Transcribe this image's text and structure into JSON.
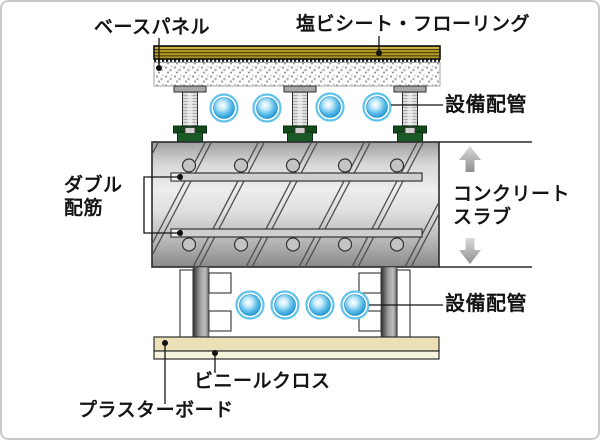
{
  "diagram": {
    "type": "floor-ceiling-structure-section",
    "labels": {
      "base_panel": "ベースパネル",
      "flooring": "塩ビシート・フローリング",
      "piping_top": "設備配管",
      "double_rebar": "ダブル\n配筋",
      "concrete_slab": "コンクリート\nスラブ",
      "piping_bottom": "設備配管",
      "vinyl_cloth": "ビニールクロス",
      "plaster_board": "プラスターボード"
    },
    "colors": {
      "flooring_gold": "#B39A25",
      "pipe_blue": "#2FA8E0",
      "pedestal_foot_green": "#1A5A26",
      "slab_gray": "#C9C9C9",
      "plasterboard_beige": "#EBE1B6",
      "vinyl_white": "#F7F2DC",
      "arrow_gray": "#A9A9A9",
      "line_black": "#1C1C1C"
    }
  }
}
